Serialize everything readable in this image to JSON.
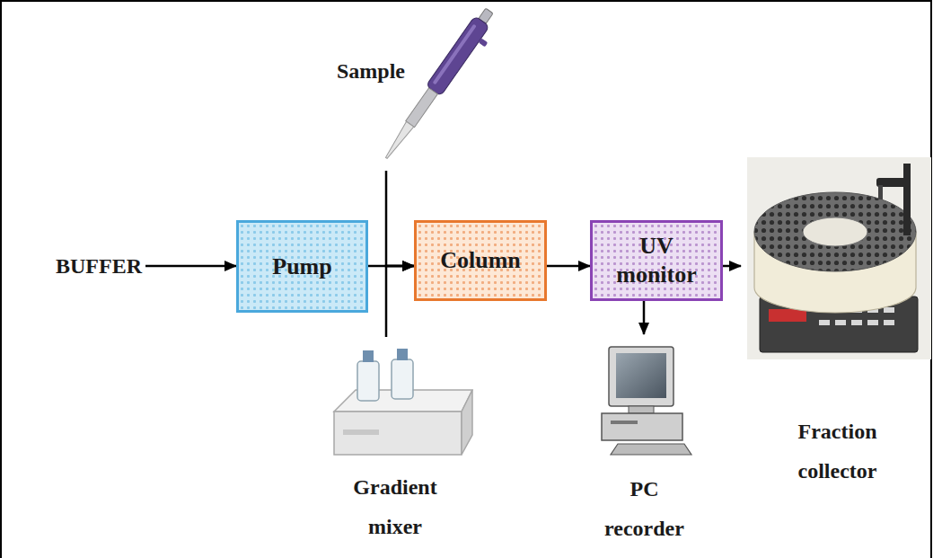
{
  "diagram": {
    "nodes": [
      {
        "text": [
          "BUFFER"
        ]
      },
      {
        "text": [
          "Pump"
        ]
      },
      {
        "text": [
          "Sample"
        ]
      },
      {
        "text": [
          "Column"
        ]
      },
      {
        "text": [
          "Gradient mixer"
        ]
      },
      {
        "text": [
          "UV monitor"
        ]
      },
      {
        "text": [
          "PC recorder"
        ]
      },
      {
        "text": [
          "Fraction collector"
        ]
      }
    ],
    "edges": [
      {
        "from": 0,
        "to": 1,
        "arrow": "to"
      },
      {
        "from": 1,
        "to": 3,
        "arrow": "to"
      },
      {
        "from": 2,
        "to": 3,
        "arrow": "to"
      },
      {
        "from": 4,
        "to": 3,
        "arrow": "to"
      },
      {
        "from": 3,
        "to": 5,
        "arrow": "to"
      },
      {
        "from": 5,
        "to": 6,
        "arrow": "to"
      },
      {
        "from": 5,
        "to": 7,
        "arrow": "to"
      }
    ]
  }
}
